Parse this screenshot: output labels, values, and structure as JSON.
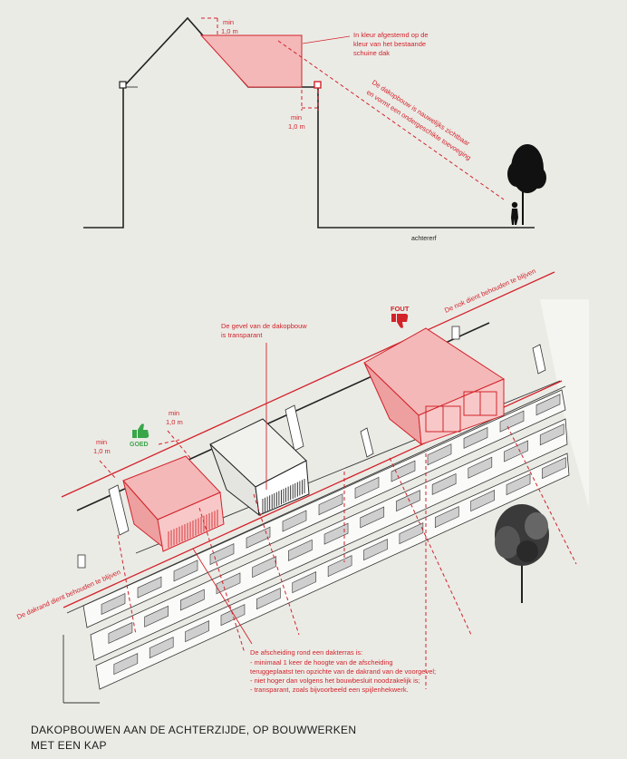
{
  "colors": {
    "accent": "#d2232a",
    "fill_pink": "#f4b8b8",
    "background": "#ebebe6",
    "good": "#3aa64a"
  },
  "section_top": {
    "min_label_1": [
      "min",
      "1,0 m"
    ],
    "min_label_2": [
      "min",
      "1,0 m"
    ],
    "note_color": [
      "In kleur afgestemd op de",
      "kleur van het bestaande",
      "schuine dak"
    ],
    "note_visibility": [
      "De dakopbouw is nauwelijks zichtbaar",
      "en vormt een ondergeschikte toevoeging"
    ],
    "yard_label": "achtererf"
  },
  "section_bottom": {
    "nok_label": "De nok dient behouden te blijven",
    "dakrand_label": "De dakrand dient behouden te blijven",
    "gevel_note": [
      "De gevel van de dakopbouw",
      "is transparant"
    ],
    "fout_label": "FOUT",
    "goed_label": "GOED",
    "min_label_a": [
      "min",
      "1,0 m"
    ],
    "min_label_b": [
      "min",
      "1,0 m"
    ],
    "terrace_note": {
      "heading": "De afscheiding rond een dakterras is:",
      "items": [
        "-  minimaal 1 keer de hoogte van de  afscheiding",
        "   teruggeplaatst ten opzichte van de dakrand van de voorgevel;",
        "-  niet hoger dan volgens het bouwbesluit noodzakelijk is;",
        "-  transparant, zoals bijvoorbeeld een spijlenhekwerk."
      ]
    },
    "icons": {
      "good": "thumbs-up-icon",
      "bad": "thumbs-down-icon",
      "tree": "tree-icon",
      "person": "person-icon"
    }
  },
  "caption": [
    "DAKOPBOUWEN AAN DE ACHTERZIJDE, OP BOUWWERKEN",
    "MET EEN KAP"
  ]
}
